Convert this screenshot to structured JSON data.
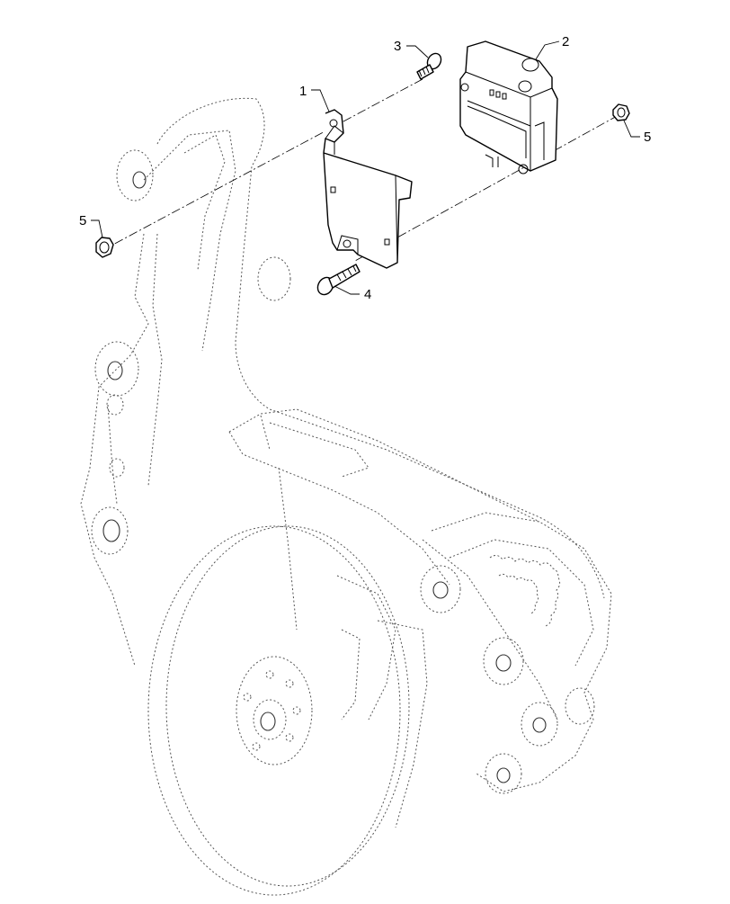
{
  "callouts": {
    "c1": "1",
    "c2": "2",
    "c3": "3",
    "c4": "4",
    "c5_left": "5",
    "c5_right": "5"
  }
}
